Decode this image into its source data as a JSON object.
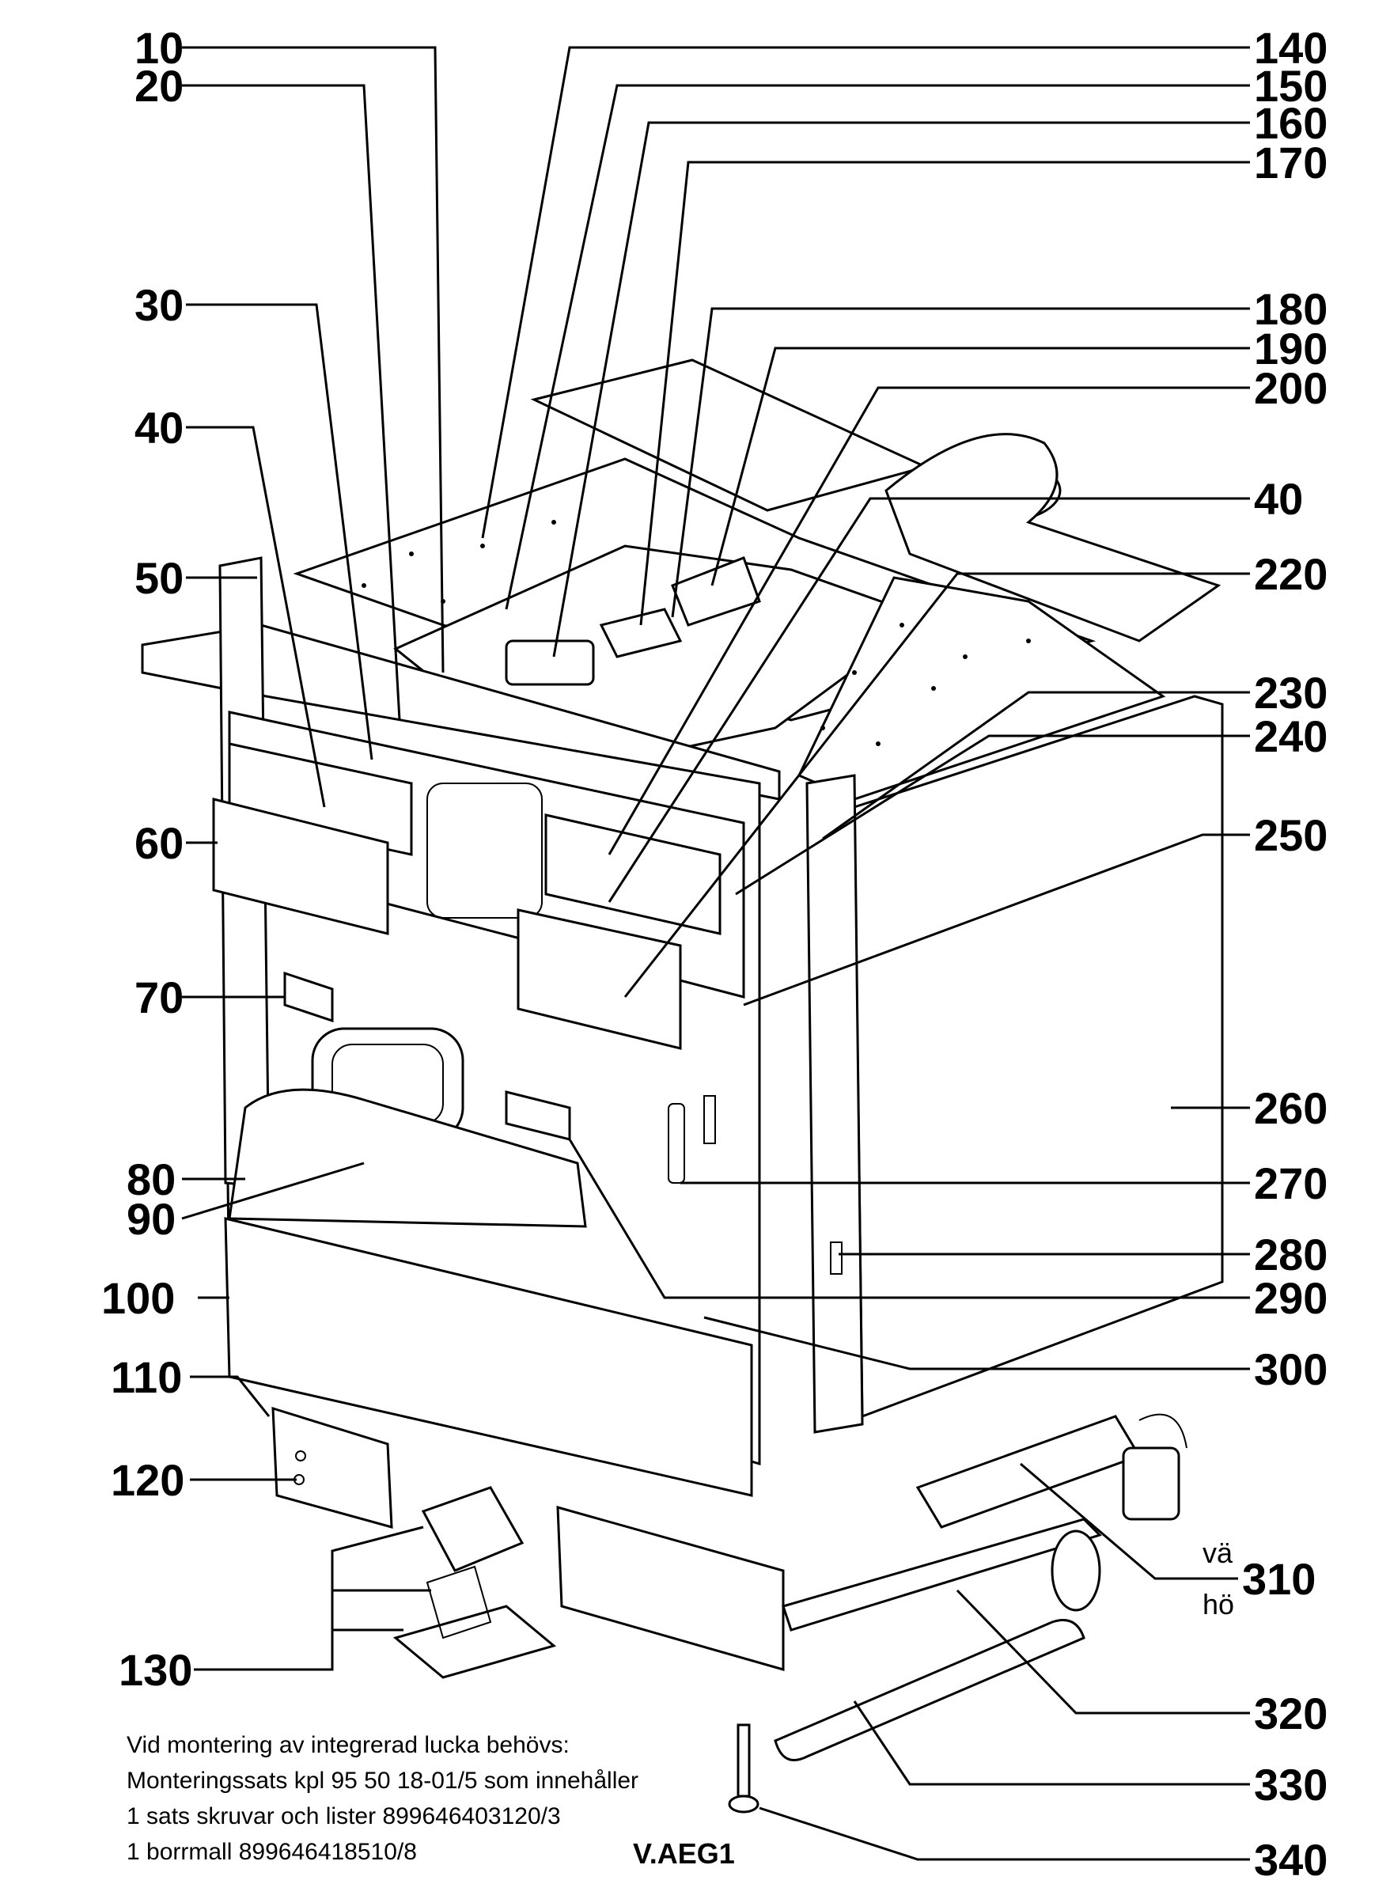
{
  "labels_left": [
    {
      "id": "10",
      "text": "10"
    },
    {
      "id": "20",
      "text": "20"
    },
    {
      "id": "30",
      "text": "30"
    },
    {
      "id": "40a",
      "text": "40"
    },
    {
      "id": "50",
      "text": "50"
    },
    {
      "id": "60",
      "text": "60"
    },
    {
      "id": "70",
      "text": "70"
    },
    {
      "id": "80",
      "text": "80"
    },
    {
      "id": "90",
      "text": "90"
    },
    {
      "id": "100",
      "text": "100"
    },
    {
      "id": "110",
      "text": "110"
    },
    {
      "id": "120",
      "text": "120"
    },
    {
      "id": "130",
      "text": "130"
    }
  ],
  "labels_right": [
    {
      "id": "140",
      "text": "140"
    },
    {
      "id": "150",
      "text": "150"
    },
    {
      "id": "160",
      "text": "160"
    },
    {
      "id": "170",
      "text": "170"
    },
    {
      "id": "180",
      "text": "180"
    },
    {
      "id": "190",
      "text": "190"
    },
    {
      "id": "200",
      "text": "200"
    },
    {
      "id": "40b",
      "text": "40"
    },
    {
      "id": "220",
      "text": "220"
    },
    {
      "id": "230",
      "text": "230"
    },
    {
      "id": "240",
      "text": "240"
    },
    {
      "id": "250",
      "text": "250"
    },
    {
      "id": "260",
      "text": "260"
    },
    {
      "id": "270",
      "text": "270"
    },
    {
      "id": "280",
      "text": "280"
    },
    {
      "id": "290",
      "text": "290"
    },
    {
      "id": "300",
      "text": "300"
    },
    {
      "id": "310",
      "text": "310"
    },
    {
      "id": "320",
      "text": "320"
    },
    {
      "id": "330",
      "text": "330"
    },
    {
      "id": "340",
      "text": "340"
    }
  ],
  "side_labels": {
    "left": "vä",
    "right": "hö"
  },
  "note_lines": [
    "Vid montering av integrerad lucka behövs:",
    "Monteringssats kpl 95 50 18-01/5 som innehåller",
    "1 sats skruvar och lister 899646403120/3",
    "1 borrmall 899646418510/8"
  ],
  "drawing_code": "V.AEG1"
}
